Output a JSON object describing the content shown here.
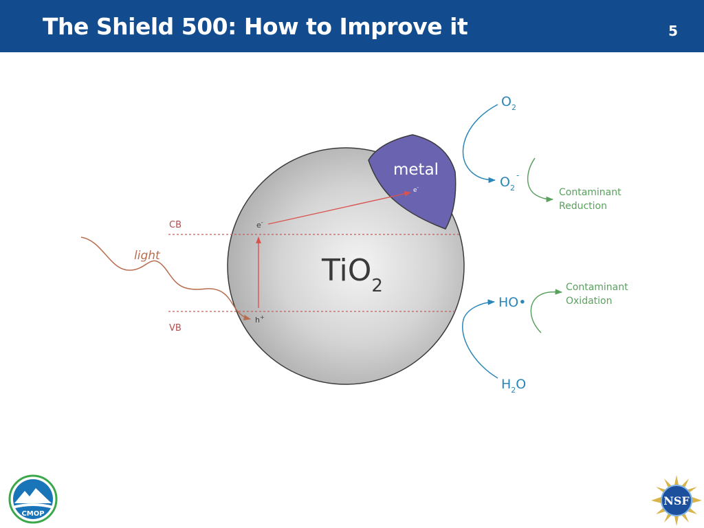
{
  "slide": {
    "title": "The Shield 500: How to Improve it",
    "number": "5"
  },
  "diagram": {
    "particle_main": "TiO",
    "particle_sub": "2",
    "metal_label": "metal",
    "metal_electron": "e",
    "metal_electron_sup": "-",
    "electron_label": "e",
    "electron_sup": "-",
    "hole_label": "h",
    "hole_sup": "+",
    "cb_label": "CB",
    "vb_label": "VB",
    "light_label": "light",
    "o2_main": "O",
    "o2_sub": "2",
    "o2minus_main": "O",
    "o2minus_sub": "2",
    "o2minus_sup": "-",
    "reduction_line1": "Contaminant",
    "reduction_line2": "Reduction",
    "ho_radical": "HO•",
    "oxidation_line1": "Contaminant",
    "oxidation_line2": "Oxidation",
    "h2o_h": "H",
    "h2o_sub": "2",
    "h2o_o": "O"
  },
  "logos": {
    "left": "CMOP",
    "right": "NSF"
  },
  "colors": {
    "header": "#124c8f",
    "band_lines": "#d9534f",
    "band_labels": "#b5494b",
    "light_wave": "#b86d4f",
    "metal": "#6a63b0",
    "blue_arrows": "#2a86b8",
    "green_arrows": "#5aa05e"
  }
}
